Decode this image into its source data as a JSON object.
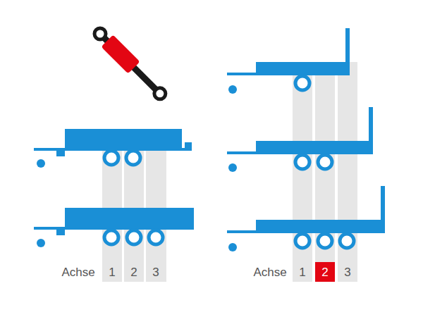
{
  "diagram": {
    "labels": [
      "Achse",
      "1",
      "2",
      "3",
      "Achse",
      "1",
      "2",
      "3"
    ]
  }
}
